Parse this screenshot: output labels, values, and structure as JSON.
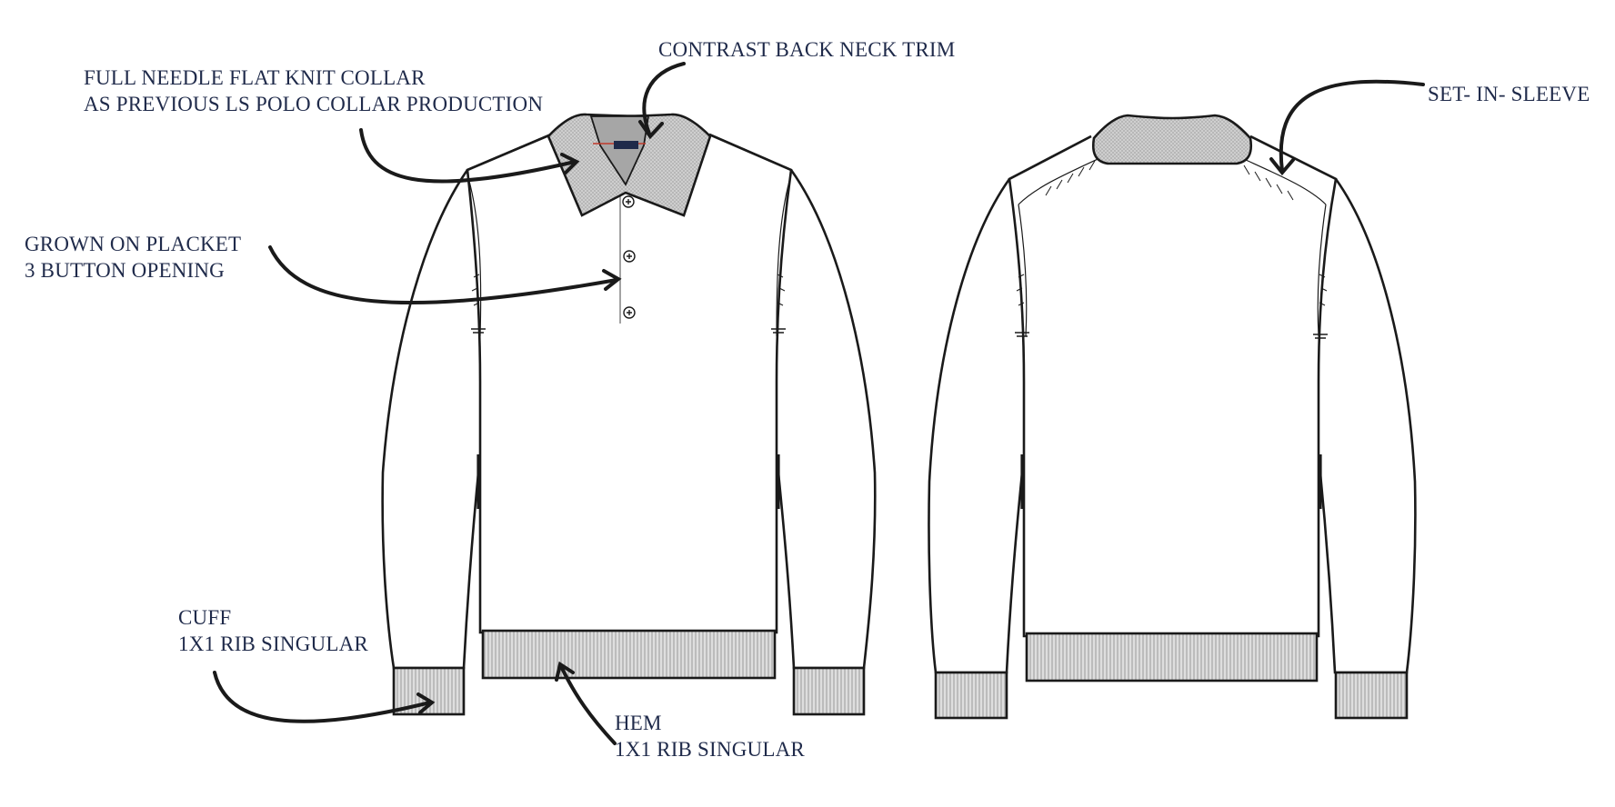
{
  "callouts": {
    "contrast_trim": {
      "line1": "CONTRAST BACK NECK TRIM"
    },
    "collar": {
      "line1": "FULL NEEDLE FLAT KNIT COLLAR",
      "line2": "AS PREVIOUS LS POLO COLLAR PRODUCTION"
    },
    "placket": {
      "line1": "GROWN ON PLACKET",
      "line2": "3 BUTTON OPENING"
    },
    "sleeve": {
      "line1": "SET- IN- SLEEVE"
    },
    "cuff": {
      "line1": "CUFF",
      "line2": "1X1 RIB SINGULAR"
    },
    "hem": {
      "line1": "HEM",
      "line2": "1X1 RIB SINGULAR"
    }
  },
  "colors": {
    "ink": "#1a1a1a",
    "label": "#1f2a4a",
    "rib_fill": "#d4d4d4",
    "collar_fill": "#c9c9c9",
    "inner_neck": "#a6a6a6",
    "trim_red": "#c0392b",
    "trim_navy": "#1f2a4a"
  }
}
